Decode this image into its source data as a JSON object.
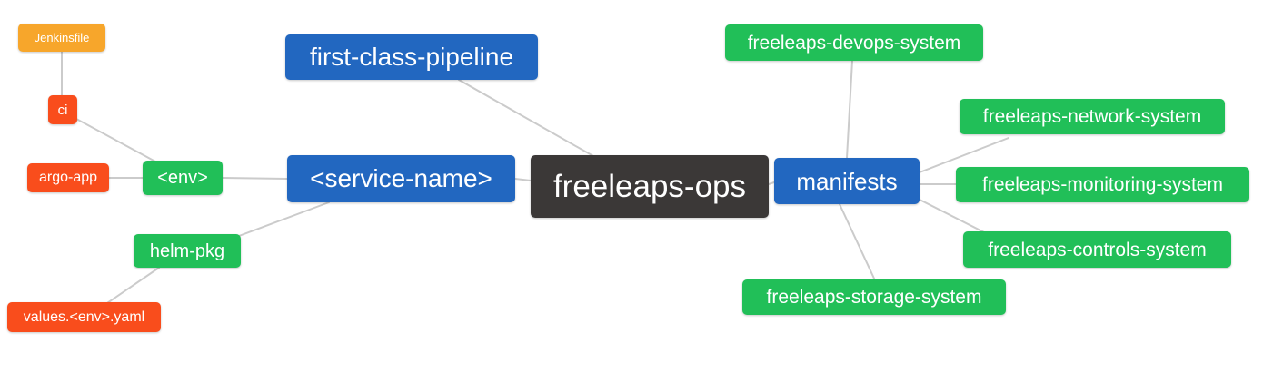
{
  "diagram": {
    "type": "mindmap",
    "root_label": "freeleaps-ops"
  },
  "colors": {
    "background": "#ffffff",
    "edge": "#cbcbcb",
    "text": "#ffffff",
    "blue": "#2267c0",
    "green": "#21bf58",
    "red": "#f94d1c",
    "orange": "#f7a62b",
    "dark": "#3b3837"
  },
  "nodes": {
    "freeleaps_ops": {
      "label": "freeleaps-ops",
      "color": "dark"
    },
    "first_class_pipeline": {
      "label": "first-class-pipeline",
      "color": "blue"
    },
    "service_name": {
      "label": "<service-name>",
      "color": "blue"
    },
    "manifests": {
      "label": "manifests",
      "color": "blue"
    },
    "env": {
      "label": "<env>",
      "color": "green"
    },
    "helm_pkg": {
      "label": "helm-pkg",
      "color": "green"
    },
    "ci": {
      "label": "ci",
      "color": "red"
    },
    "argo_app": {
      "label": "argo-app",
      "color": "red"
    },
    "jenkinsfile": {
      "label": "Jenkinsfile",
      "color": "orange"
    },
    "values_env_yaml": {
      "label": "values.<env>.yaml",
      "color": "red"
    },
    "devops_system": {
      "label": "freeleaps-devops-system",
      "color": "green"
    },
    "network_system": {
      "label": "freeleaps-network-system",
      "color": "green"
    },
    "monitoring_system": {
      "label": "freeleaps-monitoring-system",
      "color": "green"
    },
    "controls_system": {
      "label": "freeleaps-controls-system",
      "color": "green"
    },
    "storage_system": {
      "label": "freeleaps-storage-system",
      "color": "green"
    }
  },
  "edges": [
    {
      "from": "freeleaps_ops",
      "to": "first_class_pipeline"
    },
    {
      "from": "freeleaps_ops",
      "to": "service_name"
    },
    {
      "from": "freeleaps_ops",
      "to": "manifests"
    },
    {
      "from": "service_name",
      "to": "env"
    },
    {
      "from": "service_name",
      "to": "helm_pkg"
    },
    {
      "from": "env",
      "to": "ci"
    },
    {
      "from": "env",
      "to": "argo_app"
    },
    {
      "from": "ci",
      "to": "jenkinsfile"
    },
    {
      "from": "helm_pkg",
      "to": "values_env_yaml"
    },
    {
      "from": "manifests",
      "to": "devops_system"
    },
    {
      "from": "manifests",
      "to": "network_system"
    },
    {
      "from": "manifests",
      "to": "monitoring_system"
    },
    {
      "from": "manifests",
      "to": "controls_system"
    },
    {
      "from": "manifests",
      "to": "storage_system"
    }
  ]
}
